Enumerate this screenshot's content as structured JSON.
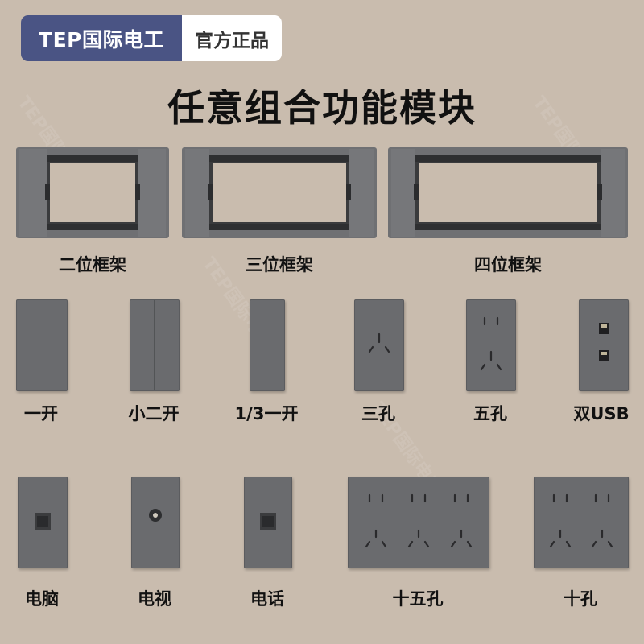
{
  "badge": {
    "brand": "TEP国际电工",
    "auth": "官方正品"
  },
  "title": "任意组合功能模块",
  "frames": [
    {
      "label": "二位框架"
    },
    {
      "label": "三位框架"
    },
    {
      "label": "四位框架"
    }
  ],
  "modules": [
    {
      "label": "一开"
    },
    {
      "label": "小二开"
    },
    {
      "label": "1/3一开"
    },
    {
      "label": "三孔"
    },
    {
      "label": "五孔"
    },
    {
      "label": "双USB"
    },
    {
      "label": "电脑"
    },
    {
      "label": "电视"
    },
    {
      "label": "电话"
    },
    {
      "label": "十五孔"
    },
    {
      "label": "十孔"
    }
  ],
  "watermark": "TEP国际电工",
  "colors": {
    "background": "#c9bcae",
    "brand": "#4a5484",
    "module": "#6a6b6e"
  }
}
